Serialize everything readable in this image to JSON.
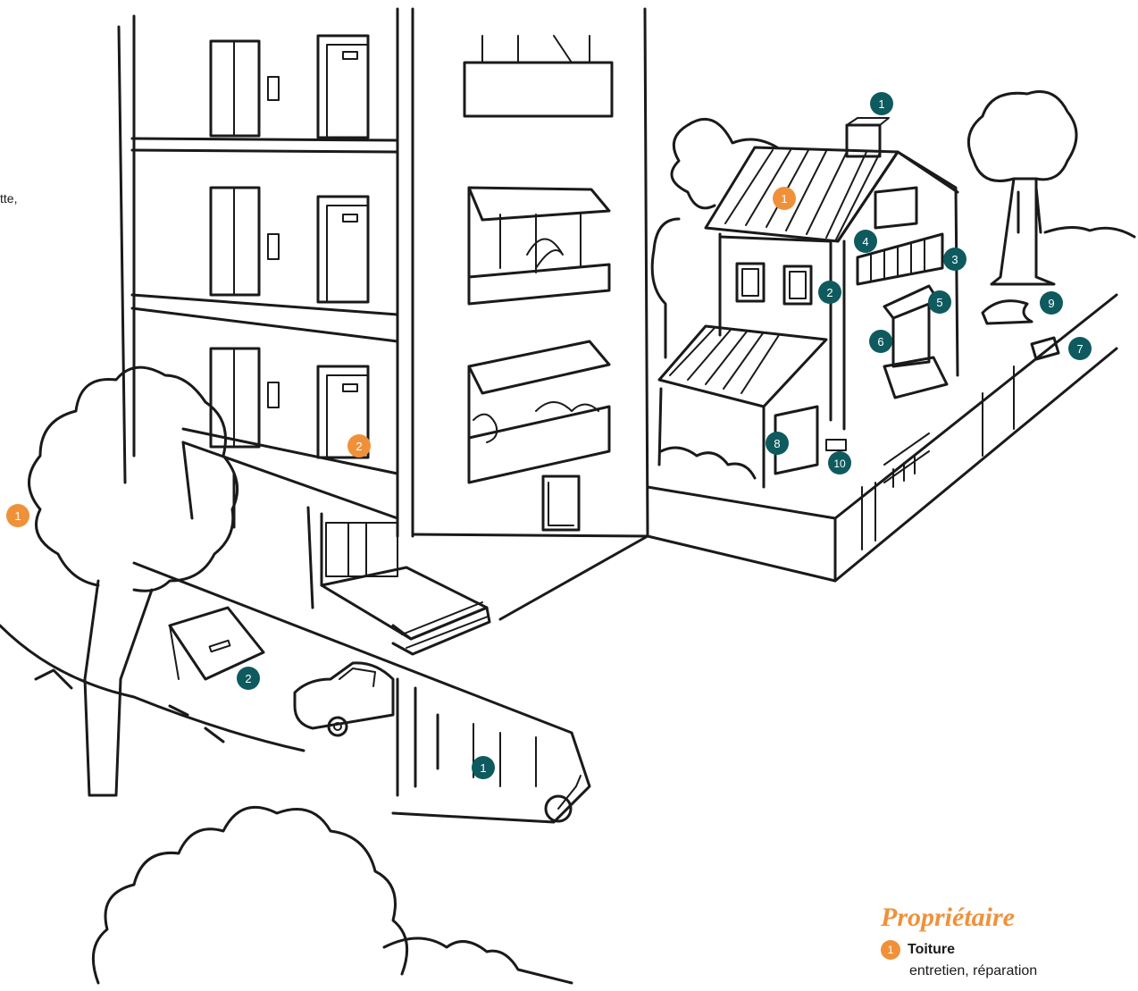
{
  "cut_text": "tte,",
  "colors": {
    "owner_badge": "#f0913a",
    "tenant_badge": "#0f5a5e",
    "line": "#1a1a1a"
  },
  "markers": [
    {
      "id": "chimney",
      "number": "1",
      "color": "teal"
    },
    {
      "id": "house-roof",
      "number": "1",
      "color": "orange"
    },
    {
      "id": "house-balcony-window",
      "number": "4",
      "color": "teal"
    },
    {
      "id": "house-balcony-rail",
      "number": "3",
      "color": "teal"
    },
    {
      "id": "house-gutter",
      "number": "2",
      "color": "teal"
    },
    {
      "id": "house-awning",
      "number": "5",
      "color": "teal"
    },
    {
      "id": "house-door",
      "number": "6",
      "color": "teal"
    },
    {
      "id": "garden-stump",
      "number": "9",
      "color": "teal"
    },
    {
      "id": "mailbox",
      "number": "7",
      "color": "teal"
    },
    {
      "id": "house-porch-downpipe",
      "number": "8",
      "color": "teal"
    },
    {
      "id": "drain-grate",
      "number": "10",
      "color": "teal"
    },
    {
      "id": "apartment-door",
      "number": "2",
      "color": "orange"
    },
    {
      "id": "left-tree",
      "number": "1",
      "color": "orange"
    },
    {
      "id": "garage-door",
      "number": "2",
      "color": "teal"
    },
    {
      "id": "garage-bike",
      "number": "1",
      "color": "teal"
    }
  ],
  "legend": {
    "title": "Propriétaire",
    "items": [
      {
        "number": "1",
        "label": "Toiture",
        "detail": "entretien, réparation"
      }
    ]
  }
}
